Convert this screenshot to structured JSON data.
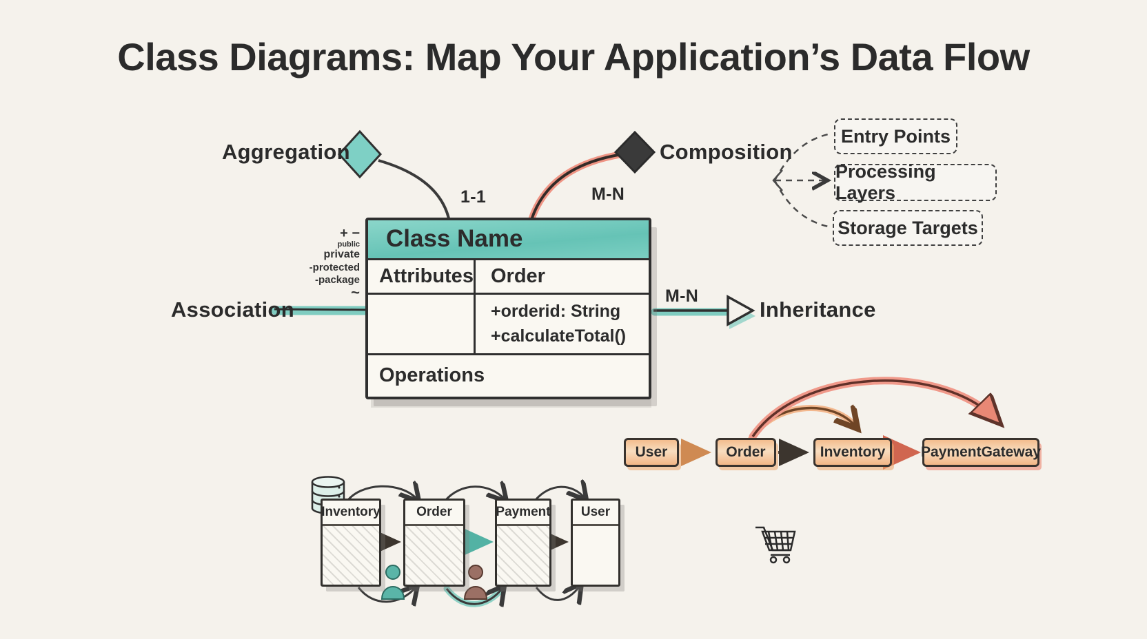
{
  "title": "Class Diagrams: Map Your Application’s Data Flow",
  "relationships": {
    "aggregation": "Aggregation",
    "composition": "Composition",
    "association": "Association",
    "inheritance": "Inheritance",
    "multiplicity_1_1": "1-1",
    "multiplicity_m_n_top": "M-N",
    "multiplicity_m_n_right": "M-N"
  },
  "access_modifiers": [
    "+ −",
    "public",
    "private",
    "-protected",
    "-package",
    "~"
  ],
  "class_box": {
    "header": "Class Name",
    "attributes_label": "Attributes",
    "example_class": "Order",
    "members": [
      "+orderid: String",
      "+calculateTotal()"
    ],
    "operations_label": "Operations"
  },
  "layer_targets": [
    "Entry Points",
    "Processing Layers",
    "Storage Targets"
  ],
  "object_flow": [
    "User",
    "Order",
    "Inventory",
    "PaymentGateway"
  ],
  "module_flow": [
    "Inventory",
    "Order",
    "Payment",
    "User"
  ],
  "icons": {
    "database": "database-icon",
    "shopping_cart": "shopping-cart-icon",
    "person_teal": "customer-person-icon",
    "person_brown": "vendor-person-icon"
  },
  "colors": {
    "background": "#f5f2ec",
    "ink": "#2c2c2c",
    "teal": "#74cabe",
    "salmon": "#ec8f7d",
    "orange": "#f2b183"
  }
}
